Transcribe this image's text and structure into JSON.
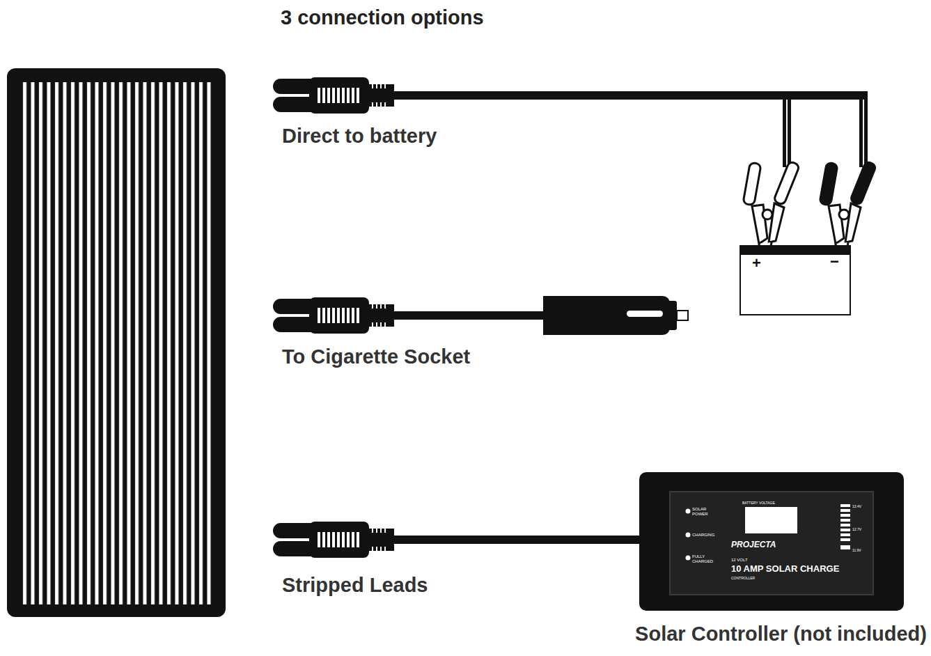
{
  "diagram": {
    "title": "3 connection options",
    "nodes": [
      {
        "text": [
          "+",
          "−"
        ]
      },
      {
        "text": [
          "SOLAR POWER",
          "CHARGING",
          "FULLY CHARGED",
          "BATTERY VOLTAGE",
          "PROJECTA",
          "12 VOLT",
          "10 AMP SOLAR CHARGE",
          "CONTROLLER",
          "13.4V",
          "12.7V",
          "11.9V"
        ]
      }
    ],
    "labels": [
      "Direct to battery",
      "To Cigarette Socket",
      "Stripped Leads",
      "Solar Controller (not included)"
    ]
  }
}
